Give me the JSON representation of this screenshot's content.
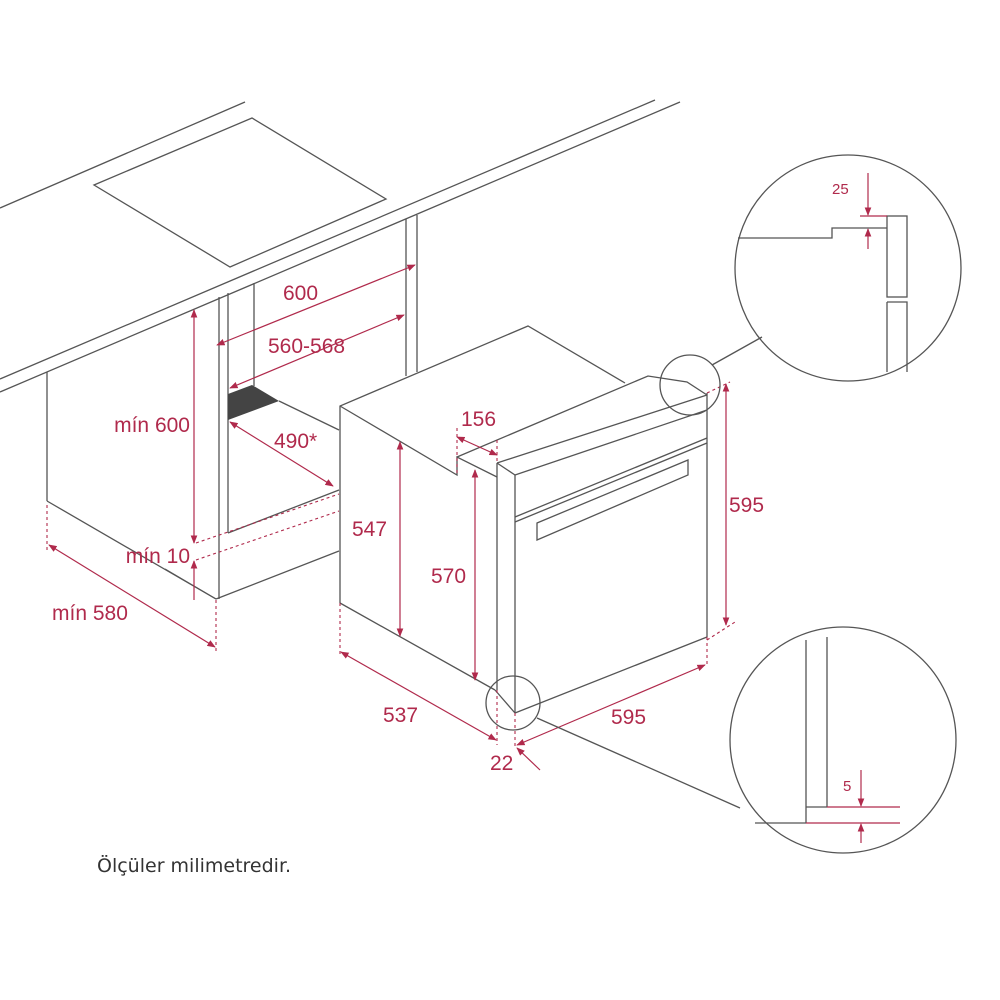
{
  "labels": {
    "width_600": "600",
    "width_560_568": "560-568",
    "depth_490": "490*",
    "min_600": "mín 600",
    "min_10": "mín 10",
    "min_580": "mín 580",
    "h_547": "547",
    "h_570": "570",
    "d_156": "156",
    "h_595": "595",
    "d_537": "537",
    "w_595": "595",
    "d_22": "22",
    "detail_25": "25",
    "detail_5": "5"
  },
  "caption": "Ölçüler milimetredir.",
  "colors": {
    "dimension": "#b02a4c",
    "line": "#555555"
  }
}
